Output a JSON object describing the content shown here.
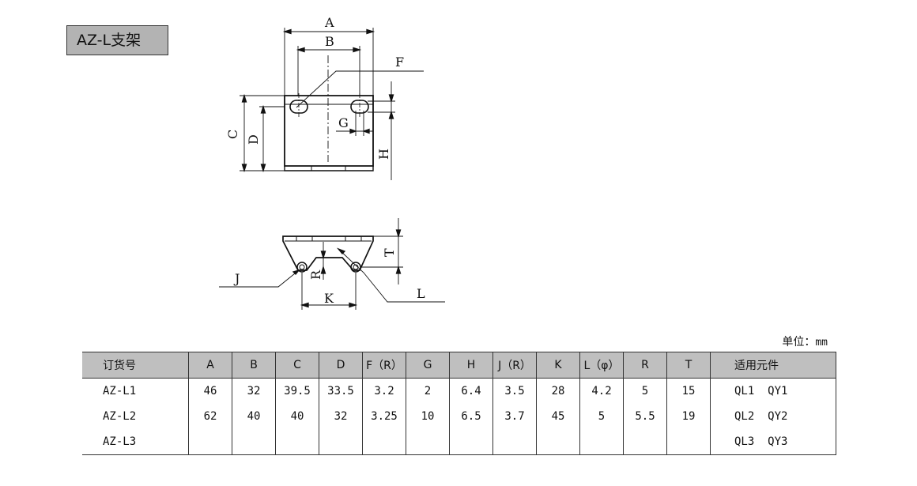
{
  "title": "AZ-L支架",
  "drawing_labels": {
    "A": "A",
    "B": "B",
    "C": "C",
    "D": "D",
    "F": "F",
    "G": "G",
    "H": "H",
    "J": "J",
    "K": "K",
    "L": "L",
    "R": "R",
    "T": "T"
  },
  "unit_label": "单位：",
  "unit_value": "mm",
  "table": {
    "headers": [
      "订货号",
      "A",
      "B",
      "C",
      "D",
      "F（R）",
      "G",
      "H",
      "J（R）",
      "K",
      "L（φ）",
      "R",
      "T",
      "适用元件"
    ],
    "rows": [
      [
        "AZ-L1",
        "46",
        "32",
        "39.5",
        "33.5",
        "3.2",
        "2",
        "6.4",
        "3.5",
        "28",
        "4.2",
        "5",
        "15",
        "QL1  QY1"
      ],
      [
        "AZ-L2",
        "62",
        "40",
        "40",
        "32",
        "3.25",
        "10",
        "6.5",
        "3.7",
        "45",
        "5",
        "5.5",
        "19",
        "QL2  QY2"
      ],
      [
        "AZ-L3",
        "",
        "",
        "",
        "",
        "",
        "",
        "",
        "",
        "",
        "",
        "",
        "",
        "QL3  QY3"
      ]
    ]
  }
}
